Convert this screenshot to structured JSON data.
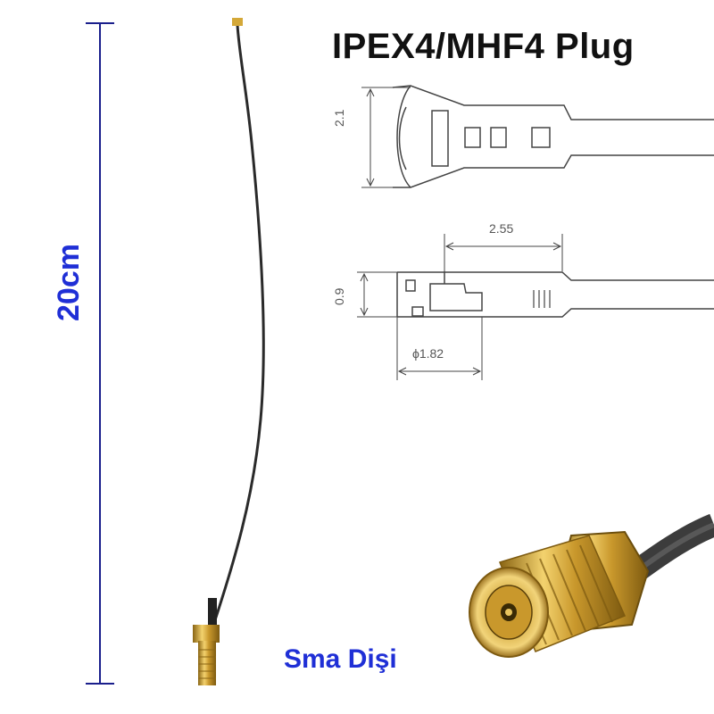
{
  "title": "IPEX4/MHF4 Plug",
  "length_label": "20cm",
  "connector_label": "Sma Dişi",
  "dimensions": {
    "height_top": "2.1",
    "length": "2.55",
    "height_side": "0.9",
    "diameter": "ϕ1.82"
  },
  "colors": {
    "measure_line": "#1a1f8c",
    "label_blue": "#1f2fd6",
    "gold": "#d4a838",
    "cable": "#2a2a2a"
  }
}
